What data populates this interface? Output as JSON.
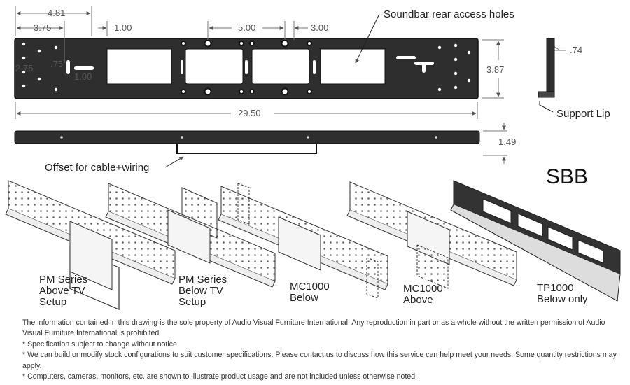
{
  "dimensions": {
    "d1": "4.81",
    "d2": "3.75",
    "d3": "1.00",
    "d4": "5.00",
    "d5": "3.00",
    "d6": "2.75",
    "d7": ".75",
    "d8": "1.00",
    "d9": "3.87",
    "d10": "29.50",
    "d11": "1.49",
    "d12": ".74"
  },
  "callouts": {
    "rear_access": "Soundbar rear access holes",
    "support_lip": "Support Lip",
    "offset": "Offset for cable+wiring"
  },
  "model_name": "SBB",
  "setups": [
    {
      "line1": "PM Series",
      "line2": "Above TV",
      "line3": "Setup"
    },
    {
      "line1": "PM Series",
      "line2": "Below TV",
      "line3": "Setup"
    },
    {
      "line1": "MC1000",
      "line2": "Below",
      "line3": ""
    },
    {
      "line1": "MC1000",
      "line2": "Above",
      "line3": ""
    },
    {
      "line1": "TP1000",
      "line2": "Below only",
      "line3": ""
    }
  ],
  "footer": {
    "disclaimer": "The information contained in this drawing is the sole property of Audio Visual Furniture International. Any reproduction in part or as a whole without the written permission of Audio Visual Furniture International is prohibited.",
    "note1": "* Specification subject to change without notice",
    "note2": "* We can build or modify stock configurations to suit customer specifications. Please contact us to discuss how this service can help meet your needs. Some quantity restrictions may apply.",
    "note3": "* Computers, cameras, monitors, etc. are shown to illustrate product usage and are not included unless otherwise noted."
  }
}
